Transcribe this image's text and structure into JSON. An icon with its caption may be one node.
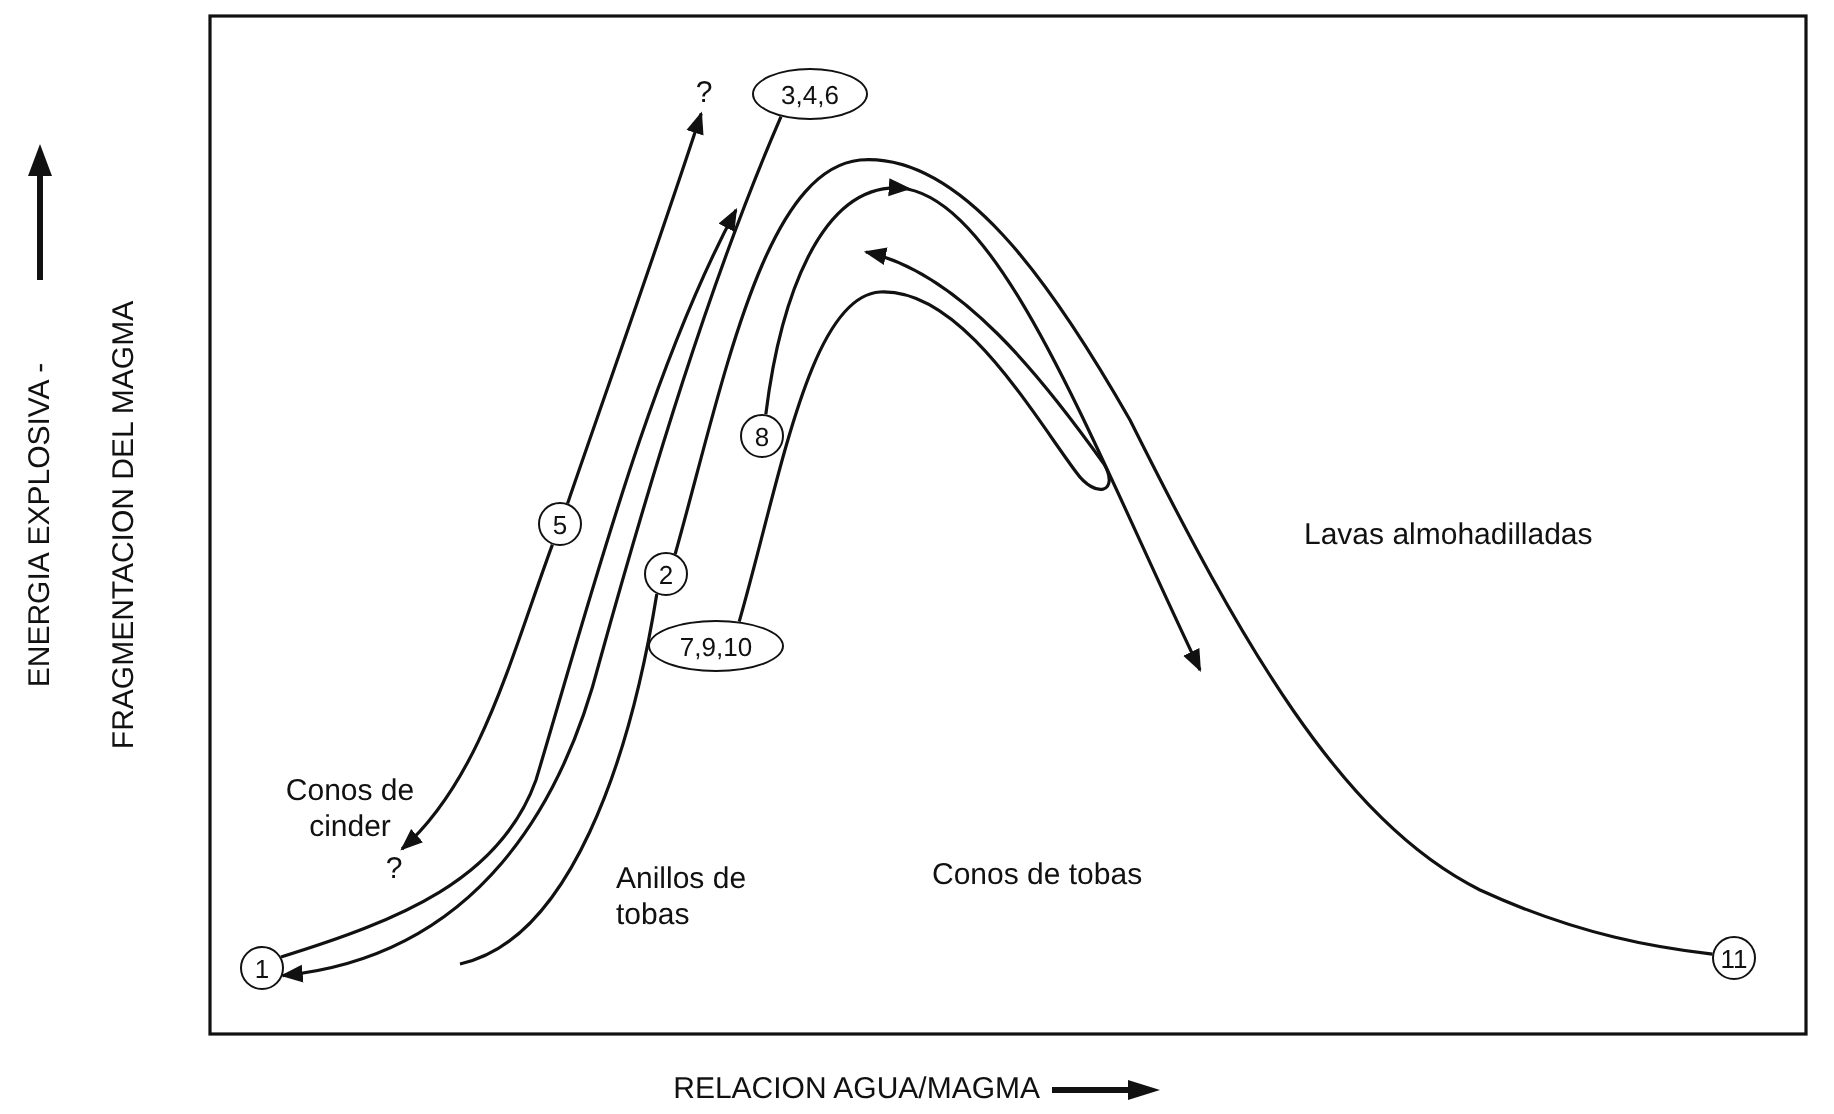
{
  "diagram": {
    "nodes": [
      {
        "text": [
          "?"
        ]
      },
      {
        "text": [
          "3,4,6"
        ]
      },
      {
        "text": [
          "8"
        ]
      },
      {
        "text": [
          "5"
        ]
      },
      {
        "text": [
          "2"
        ]
      },
      {
        "text": [
          "7,9,10"
        ]
      },
      {
        "text": [
          "?"
        ]
      },
      {
        "text": [
          "1"
        ]
      },
      {
        "text": [
          "11"
        ]
      }
    ],
    "edges": [
      {
        "from": 3,
        "to": 0,
        "arrow": "to"
      },
      {
        "from": 3,
        "to": 6,
        "arrow": "to"
      },
      {
        "from": 7,
        "to": null,
        "arrow": "to"
      },
      {
        "from": 1,
        "to": 7,
        "arrow": "to"
      },
      {
        "from": 4,
        "to": 8,
        "arrow": "none"
      },
      {
        "from": null,
        "to": 4,
        "arrow": "none"
      },
      {
        "from": 2,
        "to": null,
        "arrow": "to"
      },
      {
        "from": 5,
        "to": null,
        "arrow": "to"
      }
    ],
    "labels": [
      "ENERGIA EXPLOSIVA -",
      "FRAGMENTACION DEL MAGMA",
      "Lavas almohadilladas",
      "Conos de cinder",
      "Anillos de tobas",
      "Conos de tobas",
      "RELACION AGUA/MAGMA"
    ]
  }
}
